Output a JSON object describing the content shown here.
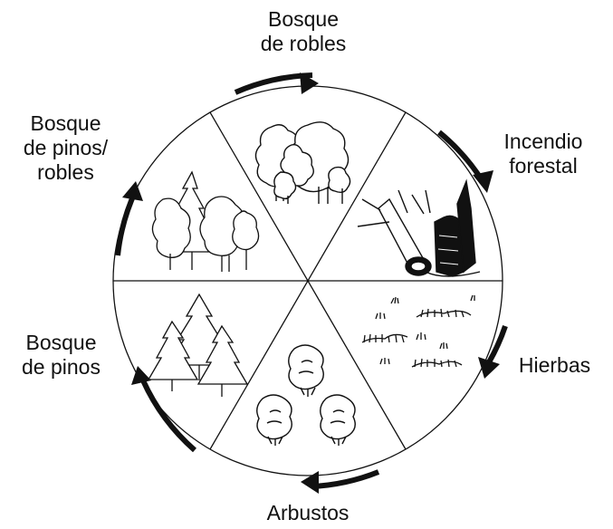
{
  "stages": {
    "oak_forest": [
      "Bosque",
      "de robles"
    ],
    "forest_fire": [
      "Incendio",
      "forestal"
    ],
    "grasses": [
      "Hierbas"
    ],
    "shrubs": [
      "Arbustos"
    ],
    "pine_forest": [
      "Bosque",
      "de pinos"
    ],
    "pine_oak_forest": [
      "Bosque",
      "de pinos/",
      "robles"
    ]
  },
  "colors": {
    "ink": "#111111",
    "background": "#ffffff"
  }
}
